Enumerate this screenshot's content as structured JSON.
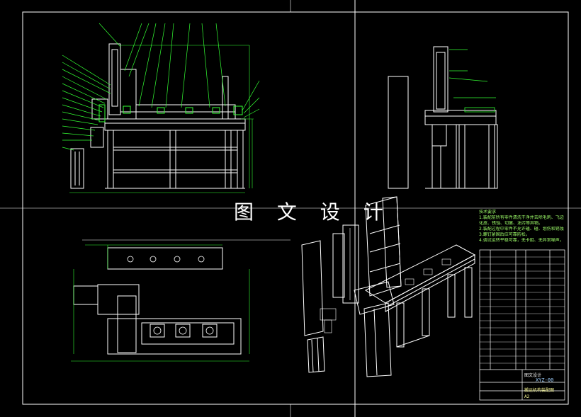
{
  "watermark": "图 文 设 计",
  "notes": {
    "title": "技术要求",
    "lines": [
      "1.装配前所有零件清洗干净并去除毛刺、飞边，氧",
      "  化皮、锈蚀、切屑、油污等异物。",
      "2.装配过程中零件不允许磕、碰、划伤和锈蚀。",
      "3.螺钉紧固后应可靠防松。",
      "4.调试运转平稳可靠，无卡阻、无异常噪声。"
    ]
  },
  "title_block": {
    "drawing_no": "XYZ-00",
    "name": "搬运机构装配图",
    "sheet": "A2",
    "company": "图文设计"
  },
  "colors": {
    "background": "#000000",
    "frame": "#ffffff",
    "part": "#ffffff",
    "leader": "#33ff33",
    "dimension": "#33ff33",
    "hidden": "#ff3333",
    "text": "#9fff6a"
  }
}
